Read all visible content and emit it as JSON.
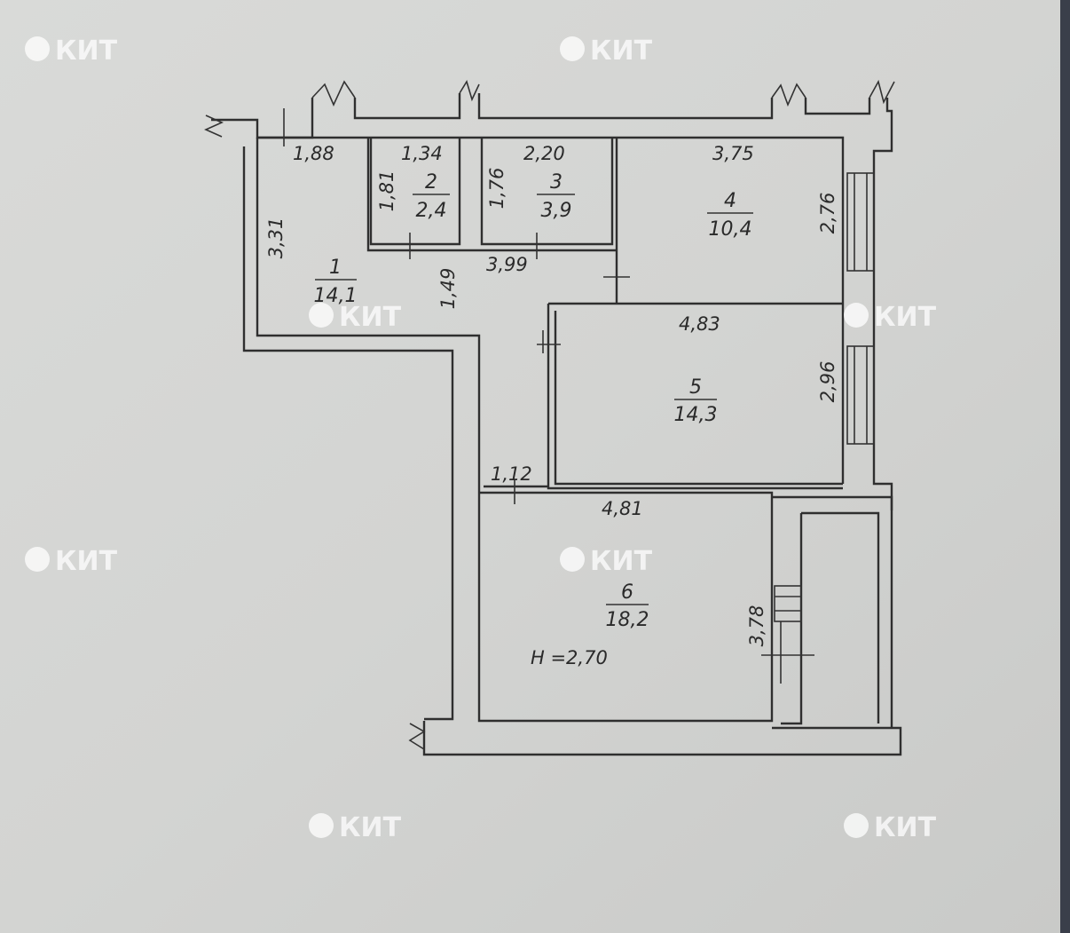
{
  "watermark": "КИТ",
  "rooms": [
    {
      "number": "1",
      "area": "14,1"
    },
    {
      "number": "2",
      "area": "2,4"
    },
    {
      "number": "3",
      "area": "3,9"
    },
    {
      "number": "4",
      "area": "10,4"
    },
    {
      "number": "5",
      "area": "14,3"
    },
    {
      "number": "6",
      "area": "18,2"
    }
  ],
  "dimensions": {
    "r1_width": "1,88",
    "r1_height": "3,31",
    "corridor_width": "1,49",
    "r2_width": "1,34",
    "r2_height": "1,81",
    "r3_width": "2,20",
    "r3_height": "1,76",
    "hall_length": "3,99",
    "r4_width": "3,75",
    "r4_height": "2,76",
    "r5_width": "4,83",
    "r5_height": "2,96",
    "passage_width": "1,12",
    "r6_width": "4,81",
    "r6_height": "3,78"
  },
  "ceiling_height": "Н =2,70",
  "colors": {
    "paper": "#d6d7d5",
    "line": "#2f2f2f"
  }
}
